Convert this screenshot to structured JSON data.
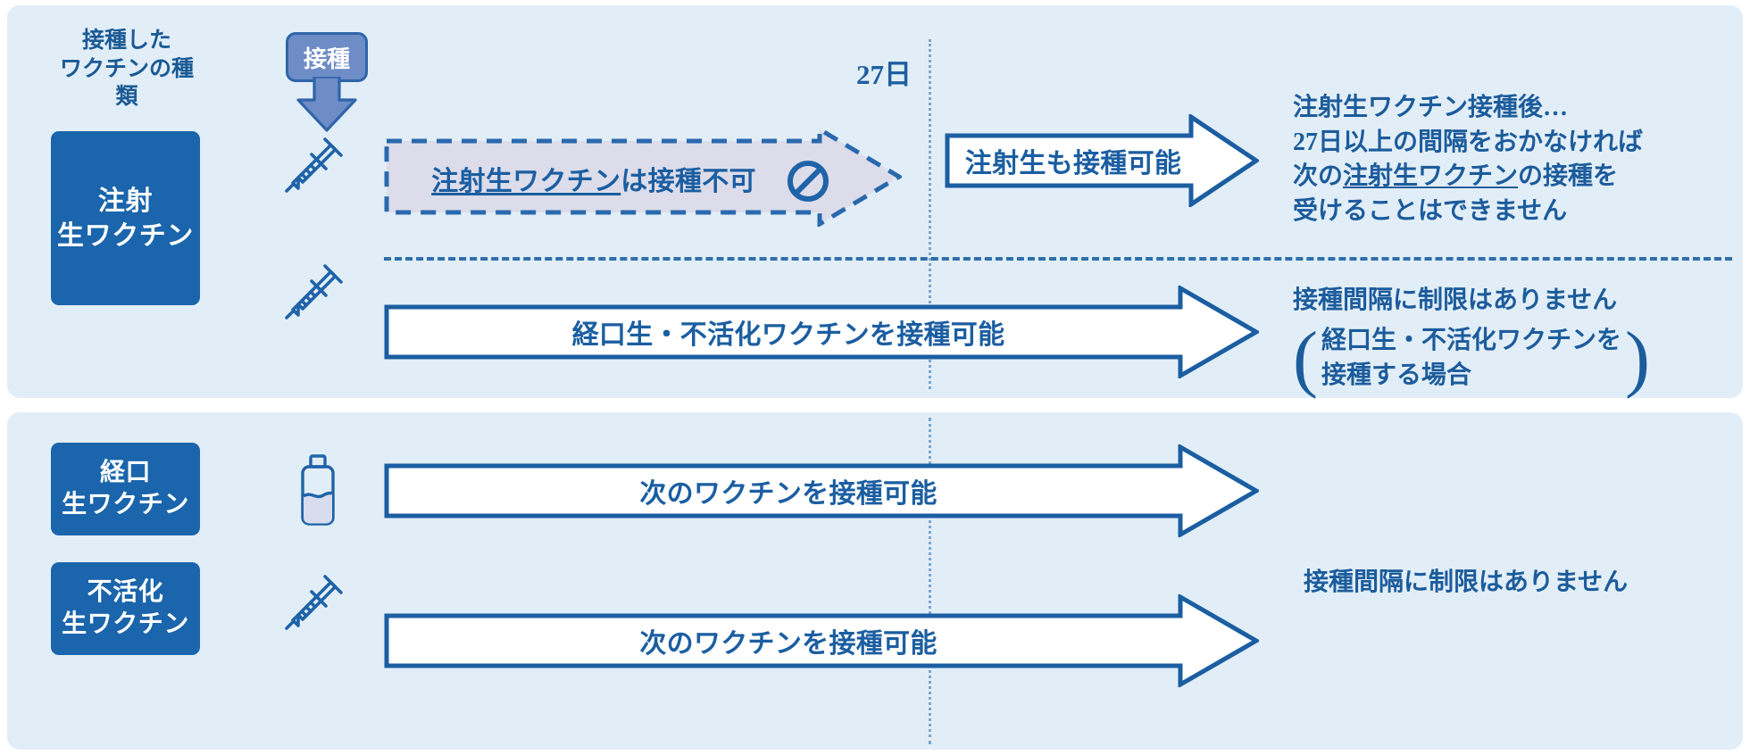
{
  "meta": {
    "title": "ワクチン接種間隔の図",
    "colors": {
      "panel_bg": "#e2eef7",
      "box_blue": "#1a65ab",
      "text_blue": "#1c5c9c",
      "badge_blue": "#6e8cc6",
      "arrow_border": "#1b5ea1",
      "dashed_fill": "#dcdcea"
    }
  },
  "header": {
    "caption_line1": "接種した",
    "caption_line2": "ワクチンの種類",
    "badge_label": "接種",
    "badge_arrow_icon": "down-arrow-icon"
  },
  "timeline": {
    "day_marker": "27日",
    "divider_icon": "vertical-dotted-divider"
  },
  "rows": [
    {
      "id": "injected-live",
      "vaccine_box_line1": "注射",
      "vaccine_box_line2": "生ワクチン",
      "icon": "syringe-icon",
      "blocked_arrow": {
        "label_underlined": "注射生ワクチン",
        "label_rest": "は接種不可",
        "icon": "prohibition-icon"
      },
      "allowed_arrow_label": "注射生も接種可能",
      "note_lines": [
        "注射生ワクチン接種後…",
        "27日以上の間隔をおかなければ",
        "次の注射生ワクチンの接種を",
        "受けることはできません"
      ],
      "note_underlined_segment": "注射生ワクチン"
    },
    {
      "id": "injected-live-other",
      "icon": "syringe-icon",
      "arrow_label": "経口生・不活化ワクチンを接種可能",
      "note_heading": "接種間隔に制限はありません",
      "paren_line1": "経口生・不活化ワクチンを",
      "paren_line2": "接種する場合",
      "paren_open": "(",
      "paren_close": ")"
    },
    {
      "id": "oral-live",
      "vaccine_box_line1": "経口",
      "vaccine_box_line2": "生ワクチン",
      "icon": "bottle-icon",
      "arrow_label": "次のワクチンを接種可能"
    },
    {
      "id": "inactivated",
      "vaccine_box_line1": "不活化",
      "vaccine_box_line2": "生ワクチン",
      "icon": "syringe-icon",
      "arrow_label": "次のワクチンを接種可能"
    }
  ],
  "bottom_note": "接種間隔に制限はありません"
}
